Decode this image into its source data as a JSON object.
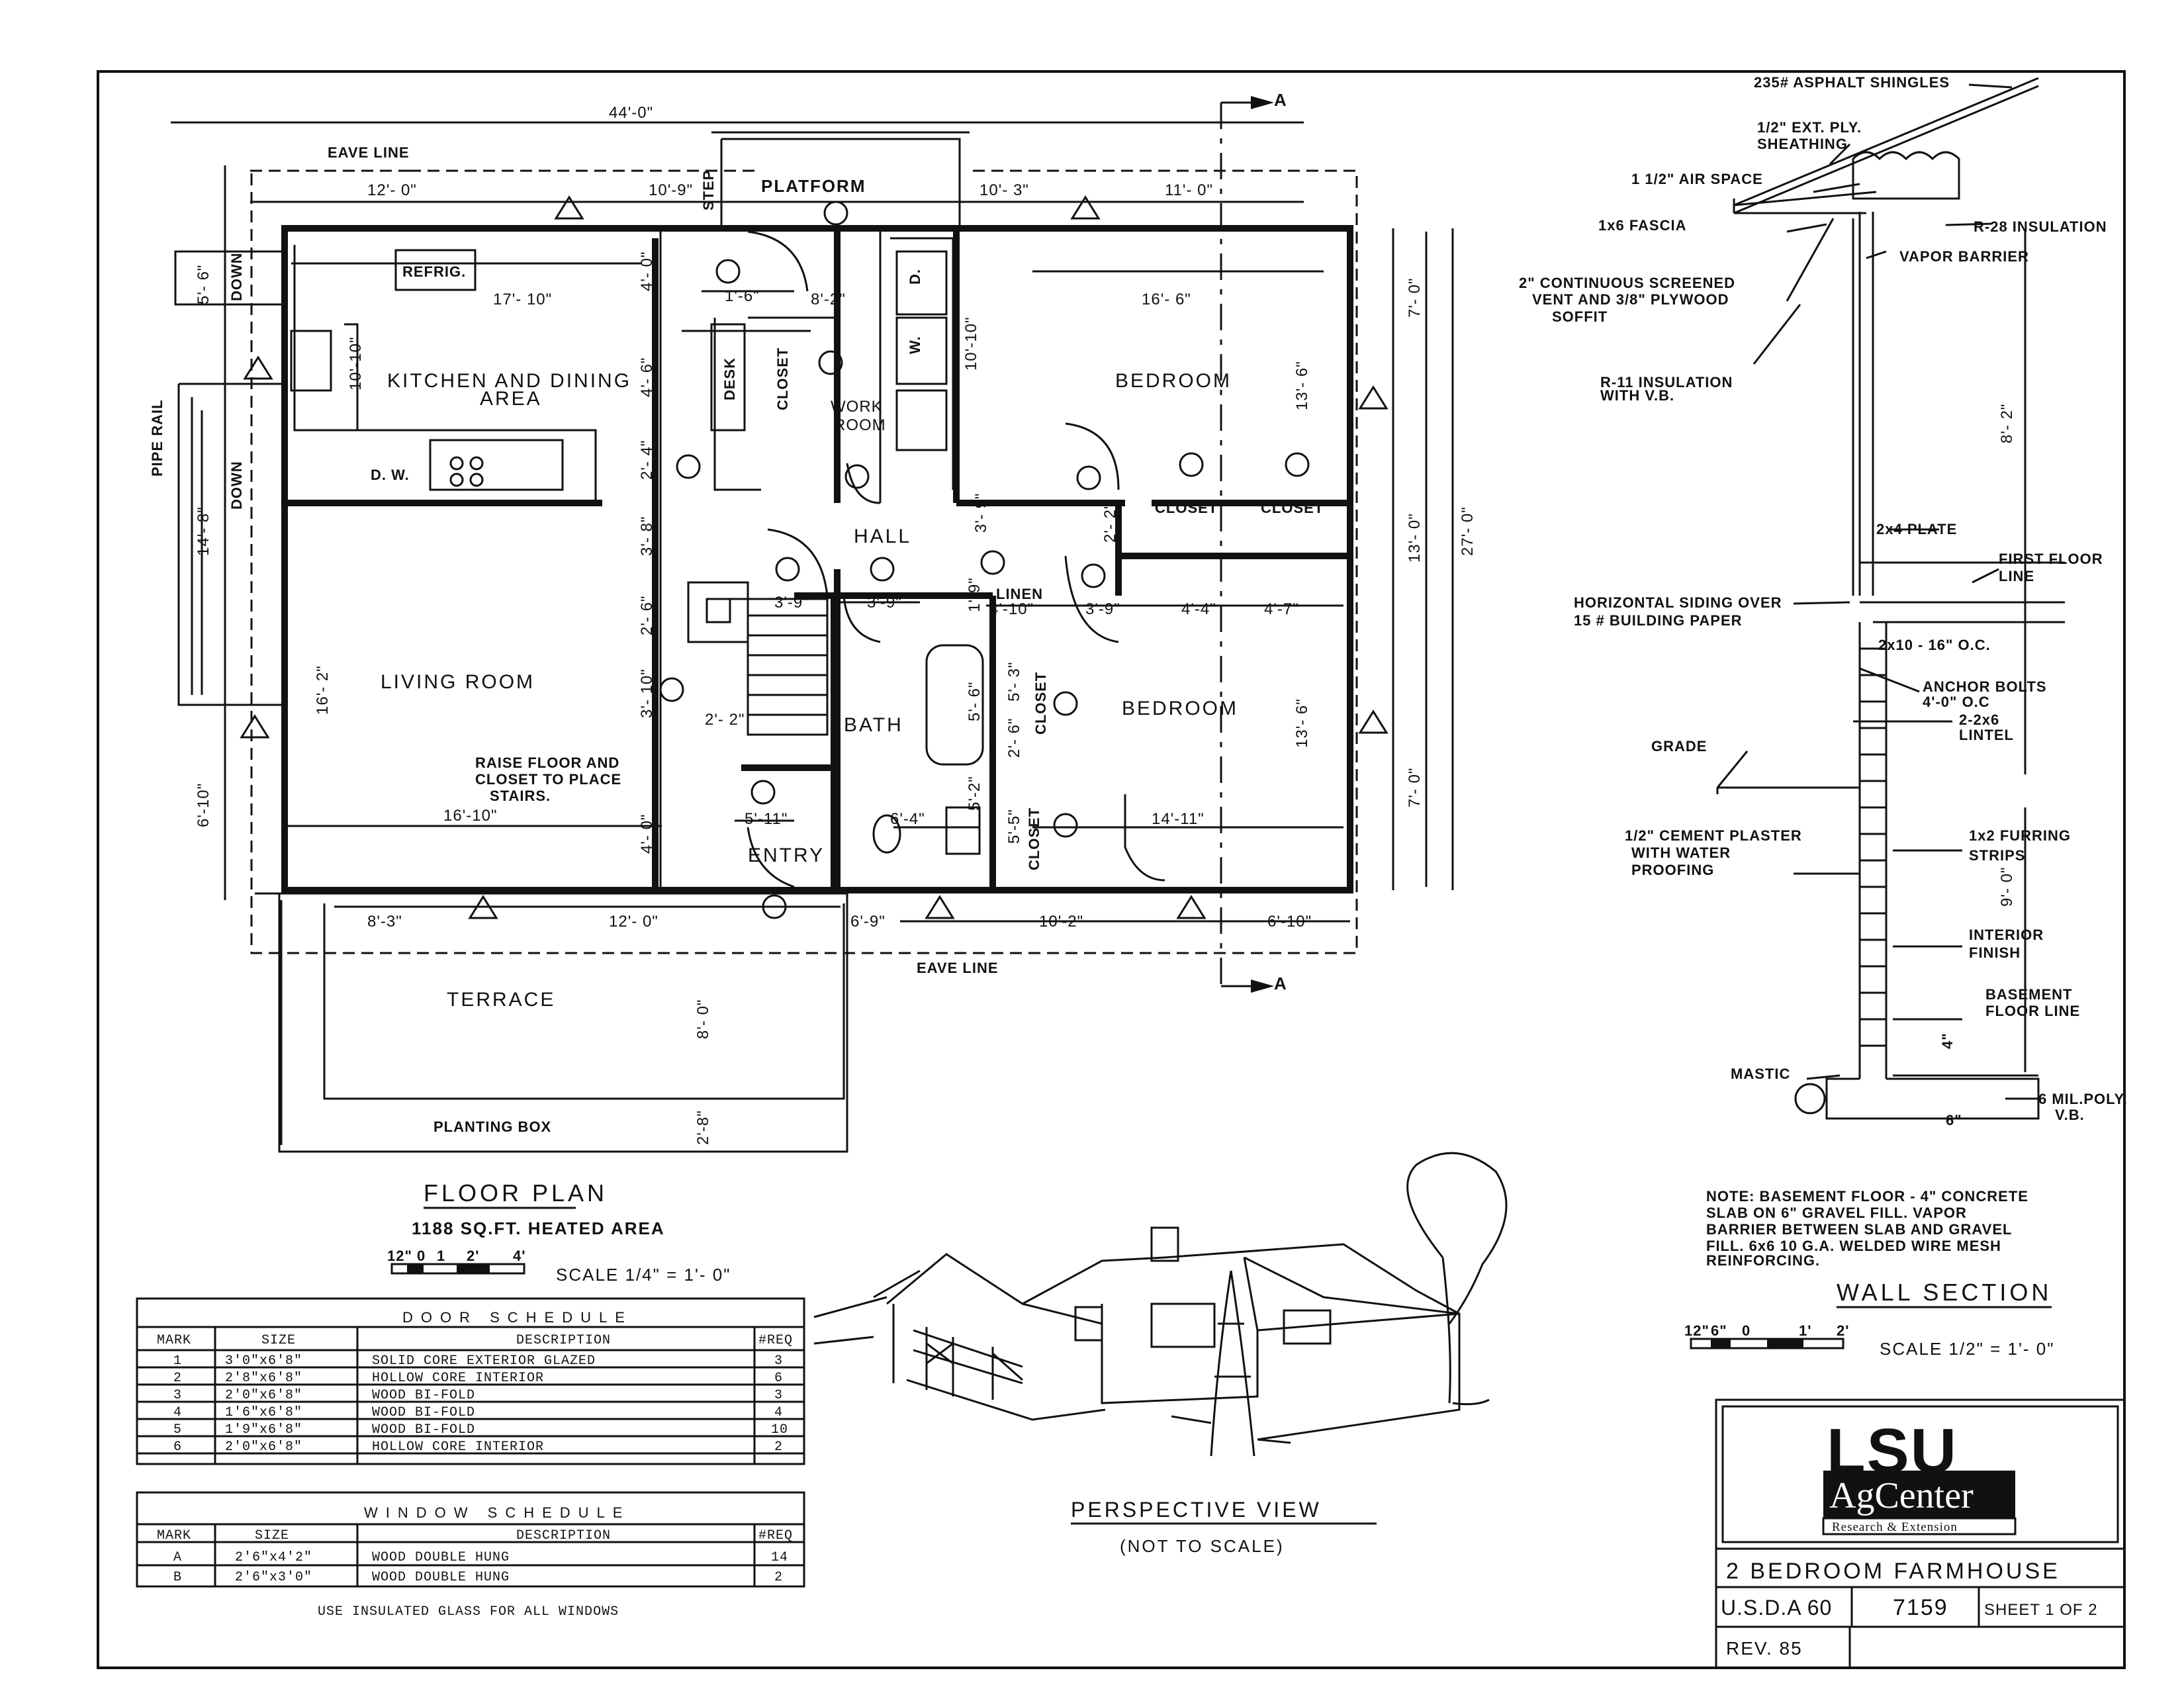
{
  "floor_plan": {
    "overall_width": "44'-0\"",
    "eave_line": "EAVE LINE",
    "platform": "PLATFORM",
    "step": "STEP",
    "down": "DOWN",
    "pipe_rail": "PIPE RAIL",
    "section_marker": "A",
    "rooms": {
      "kitchen": "KITCHEN AND DINING",
      "kitchen_2": "AREA",
      "refrig": "REFRIG.",
      "dw": "D. W.",
      "desk": "DESK",
      "closet": "CLOSET",
      "work_room": "WORK",
      "work_room_2": "ROOM",
      "d": "D.",
      "w": "W.",
      "bedroom_1": "BEDROOM",
      "bedroom_2": "BEDROOM",
      "hall": "HALL",
      "linen": "LINEN",
      "living": "LIVING ROOM",
      "bath": "BATH",
      "entry": "ENTRY",
      "terrace": "TERRACE",
      "planting_box": "PLANTING   BOX",
      "raise_note_1": "RAISE FLOOR AND",
      "raise_note_2": "CLOSET  TO PLACE",
      "raise_note_3": "STAIRS."
    },
    "dims": {
      "d12_0": "12'- 0\"",
      "d10_9": "10'-9\"",
      "d10_3": "10'- 3\"",
      "d11_0": "11'- 0\"",
      "d17_10": "17'- 10\"",
      "d8_2": "8'-2\"",
      "d16_6": "16'- 6\"",
      "d1_6": "1'-6\"",
      "d10_10a": "10'-10\"",
      "d10_10b": "10'-10\"",
      "d4_0": "4'- 0\"",
      "d4_6": "4'- 6\"",
      "d2_4": "2'- 4\"",
      "d3_8": "3'- 8\"",
      "d2_6": "2'- 6\"",
      "d3_10": "3'- 10\"",
      "d2_2": "2'- 2\"",
      "d4_0b": "4'- 0\"",
      "d13_6a": "13'- 6\"",
      "d13_6b": "13'- 6\"",
      "d7_0a": "7'- 0\"",
      "d13_0": "13'- 0\"",
      "d7_0b": "7'- 0\"",
      "d27_0": "27'- 0\"",
      "d3_9a": "3'-9\"",
      "d3_9b": "3'-9\"",
      "d3_9c": "3'-9\"",
      "d3_9d": "3'- 9\"",
      "d4_10": "4'-10\"",
      "d4_4": "4'-4\"",
      "d4_7": "4'-7\"",
      "d1_9": "1'-9\"",
      "d2_2b": "2'- 2\"",
      "d5_6": "5'- 6\"",
      "d5_3": "5'- 3\"",
      "d2_6b": "2'- 6\"",
      "d5_2": "5'-2\"",
      "d5_5": "5'-5\"",
      "d5_11": "5'-11\"",
      "d6_4": "6'-4\"",
      "d14_11": "14'-11\"",
      "d16_10": "16'-10\"",
      "d16_2": "16'- 2\"",
      "d14_8": "14'- 8\"",
      "d5_6b": "5'- 6\"",
      "d6_10": "6'-10\"",
      "d8_3": "8'-3\"",
      "d12_0b": "12'- 0\"",
      "d6_9": "6'-9\"",
      "d10_2": "10'-2\"",
      "d6_10b": "6'-10\"",
      "d8_0": "8'- 0\"",
      "d2_8": "2'-8\""
    }
  },
  "floor_plan_title": {
    "title": "FLOOR  PLAN",
    "area": "1188 SQ.FT. HEATED AREA",
    "scale_ticks": [
      "12\"",
      "0",
      "1",
      "2'",
      "4'"
    ],
    "scale": "SCALE   1/4\" = 1'- 0\""
  },
  "door_schedule": {
    "title": "DOOR  SCHEDULE",
    "headers": [
      "MARK",
      "SIZE",
      "DESCRIPTION",
      "#REQ"
    ],
    "rows": [
      [
        "1",
        "3'0\"x6'8\"",
        "SOLID CORE EXTERIOR GLAZED",
        "3"
      ],
      [
        "2",
        "2'8\"x6'8\"",
        "HOLLOW CORE INTERIOR",
        "6"
      ],
      [
        "3",
        "2'0\"x6'8\"",
        "WOOD BI-FOLD",
        "3"
      ],
      [
        "4",
        "1'6\"x6'8\"",
        "WOOD BI-FOLD",
        "4"
      ],
      [
        "5",
        "1'9\"x6'8\"",
        "WOOD BI-FOLD",
        "10"
      ],
      [
        "6",
        "2'0\"x6'8\"",
        "HOLLOW CORE INTERIOR",
        "2"
      ]
    ]
  },
  "window_schedule": {
    "title": "WINDOW  SCHEDULE",
    "headers": [
      "MARK",
      "SIZE",
      "DESCRIPTION",
      "#REQ"
    ],
    "rows": [
      [
        "A",
        "2'6\"x4'2\"",
        "WOOD DOUBLE HUNG",
        "14"
      ],
      [
        "B",
        "2'6\"x3'0\"",
        "WOOD DOUBLE HUNG",
        "2"
      ]
    ],
    "note": "USE INSULATED GLASS FOR ALL WINDOWS"
  },
  "perspective": {
    "title": "PERSPECTIVE   VIEW",
    "subtitle": "(NOT  TO  SCALE)"
  },
  "wall_section": {
    "labels": {
      "shingles": "235# ASPHALT  SHINGLES",
      "sheathing_1": "1/2\" EXT. PLY.",
      "sheathing_2": "SHEATHING",
      "air_space": "1 1/2\" AIR SPACE",
      "fascia": "1x6  FASCIA",
      "r28": "R-28  INSULATION",
      "vapor": "VAPOR  BARRIER",
      "vent_1": "2\"  CONTINUOUS  SCREENED",
      "vent_2": "VENT  AND  3/8\" PLYWOOD",
      "vent_3": "SOFFIT",
      "r11_1": "R-11  INSULATION",
      "r11_2": "WITH  V.B.",
      "height": "8'- 2\"",
      "plate": "2x4 PLATE",
      "first_floor_1": "FIRST FLOOR",
      "first_floor_2": "LINE",
      "siding_1": "HORIZONTAL  SIDING  OVER",
      "siding_2": "15 #  BUILDING  PAPER",
      "joists": "2x10 - 16\" O.C.",
      "anchor_1": "ANCHOR  BOLTS",
      "anchor_2": "4'-0\"  O.C",
      "lintel_1": "2-2x6",
      "lintel_2": "LINTEL",
      "grade": "GRADE",
      "plaster_1": "1/2\" CEMENT  PLASTER",
      "plaster_2": "WITH  WATER",
      "plaster_3": "PROOFING",
      "furring_1": "1x2  FURRING",
      "furring_2": "STRIPS",
      "basement_height": "9'- 0\"",
      "interior_1": "INTERIOR",
      "interior_2": "FINISH",
      "basement_1": "BASEMENT",
      "basement_2": "FLOOR  LINE",
      "four_in": "4\"",
      "mastic": "MASTIC",
      "poly_1": "6 MIL.POLY.",
      "poly_2": "V.B.",
      "six_in": "6\""
    },
    "note": [
      "NOTE:  BASEMENT  FLOOR - 4\"  CONCRETE",
      "SLAB  ON  6\"  GRAVEL  FILL.   VAPOR",
      "BARRIER  BETWEEN  SLAB  AND  GRAVEL",
      "FILL.  6x6   10 G.A.  WELDED  WIRE  MESH",
      "REINFORCING."
    ],
    "title": "WALL    SECTION",
    "scale_ticks": [
      "12\"",
      "6\"",
      "0",
      "1'",
      "2'"
    ],
    "scale": "SCALE   1/2\" = 1'- 0\""
  },
  "title_block": {
    "logo_1": "LSU",
    "logo_2": "AgCenter",
    "logo_3": "Research & Extension",
    "project": "2  BEDROOM  FARMHOUSE",
    "usda": "U.S.D.A 60",
    "plan_no": "7159",
    "sheet": "SHEET 1  OF 2",
    "rev": "REV.  85"
  }
}
